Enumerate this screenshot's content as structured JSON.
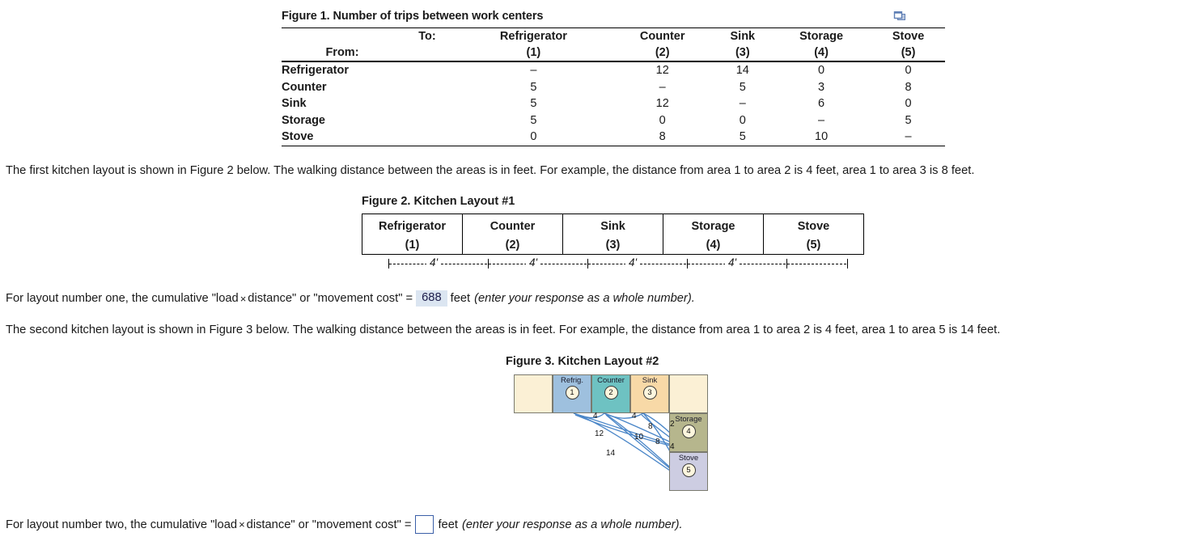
{
  "figure1": {
    "title": "Figure 1. Number of trips between work centers",
    "copy_icon": "copy-icon",
    "to_label": "To:",
    "from_label": "From:",
    "col_headers": [
      "Refrigerator",
      "Counter",
      "Sink",
      "Storage",
      "Stove"
    ],
    "col_numbers": [
      "(1)",
      "(2)",
      "(3)",
      "(4)",
      "(5)"
    ],
    "rows": [
      {
        "label": "Refrigerator",
        "values": [
          "–",
          "12",
          "14",
          "0",
          "0"
        ]
      },
      {
        "label": "Counter",
        "values": [
          "5",
          "–",
          "5",
          "3",
          "8"
        ]
      },
      {
        "label": "Sink",
        "values": [
          "5",
          "12",
          "–",
          "6",
          "0"
        ]
      },
      {
        "label": "Storage",
        "values": [
          "5",
          "0",
          "0",
          "–",
          "5"
        ]
      },
      {
        "label": "Stove",
        "values": [
          "0",
          "8",
          "5",
          "10",
          "–"
        ]
      }
    ]
  },
  "paragraph1": "The first kitchen layout is shown in Figure 2 below.  The walking distance between the areas is in feet.  For example, the distance from area 1 to area 2 is 4 feet, area 1 to area 3 is 8 feet.",
  "paragraph2": "The second kitchen layout is shown in Figure 3 below.  The walking distance between the areas is in feet.  For example, the distance from area 1 to area 2 is 4 feet, area 1 to area 5 is 14 feet.",
  "answer1": {
    "prefix": "For layout number one, the cumulative \"load",
    "times": "×",
    "mid": "distance\" or \"movement cost\" =",
    "value": "688",
    "unit": "feet",
    "hint": "(enter your response as a whole number)."
  },
  "answer2": {
    "prefix": "For layout number two, the cumulative \"load",
    "times": "×",
    "mid": "distance\" or \"movement cost\" =",
    "value": "",
    "placeholder": "",
    "unit": "feet",
    "hint": "(enter your response as a whole number)."
  },
  "figure2": {
    "title": "Figure 2. Kitchen Layout #1",
    "cells": [
      {
        "name": "Refrigerator",
        "num": "(1)"
      },
      {
        "name": "Counter",
        "num": "(2)"
      },
      {
        "name": "Sink",
        "num": "(3)"
      },
      {
        "name": "Storage",
        "num": "(4)"
      },
      {
        "name": "Stove",
        "num": "(5)"
      }
    ],
    "ruler_labels": [
      "4'",
      "4'",
      "4'",
      "4'"
    ]
  },
  "figure3": {
    "title": "Figure 3. Kitchen Layout #2",
    "cells": [
      {
        "name": "Refrig.",
        "num": "1",
        "color": "#9ec0de"
      },
      {
        "name": "Counter",
        "num": "2",
        "color": "#6ec2c2"
      },
      {
        "name": "Sink",
        "num": "3",
        "color": "#f8d9a7"
      },
      {
        "name": "Storage",
        "num": "4",
        "color": "#b6b68d"
      },
      {
        "name": "Stove",
        "num": "5",
        "color": "#cdcde2"
      }
    ],
    "empty_cell_color": "#fbf0d5",
    "edge_color": "#4a86c8",
    "edge_labels": [
      "4",
      "4",
      "8",
      "2",
      "12",
      "10",
      "8",
      "4",
      "14"
    ]
  },
  "colors": {
    "input_highlight": "#dbe5f1",
    "input_border": "#3b5fa8",
    "icon": "#5f7fb5"
  }
}
